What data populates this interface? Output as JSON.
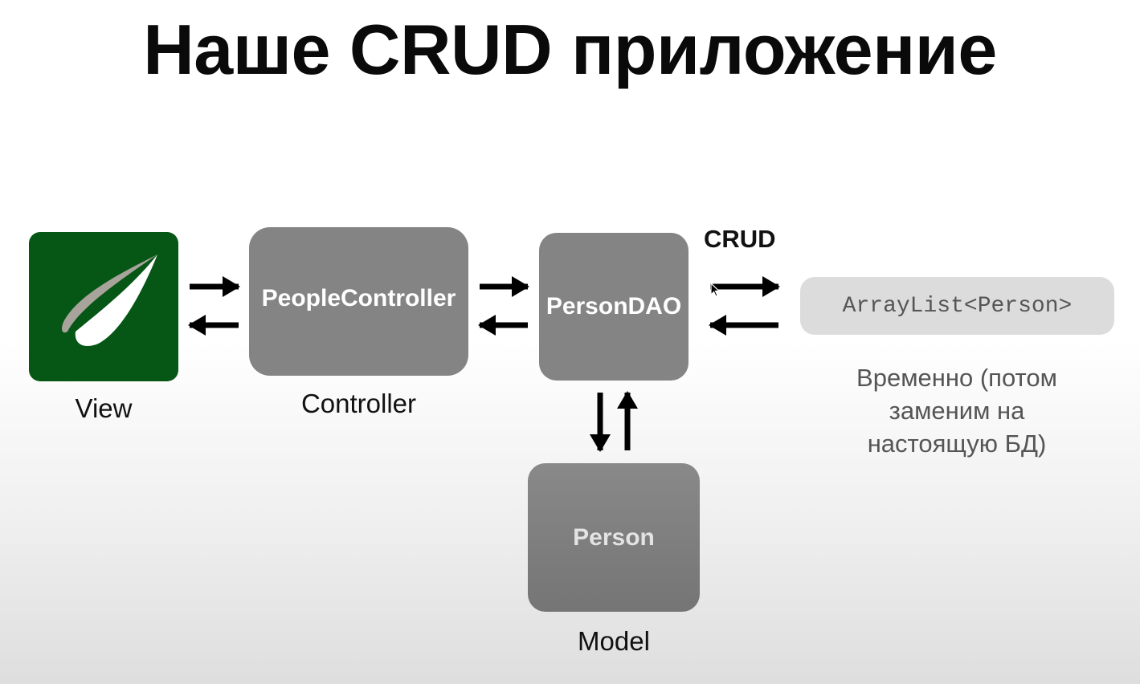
{
  "title": "Наше CRUD приложение",
  "nodes": {
    "view": {
      "caption": "View"
    },
    "controller": {
      "label": "PeopleController",
      "caption": "Controller"
    },
    "dao": {
      "label": "PersonDAO"
    },
    "model": {
      "label": "Person",
      "caption": "Model"
    },
    "storage": {
      "label": "ArrayList<Person>"
    }
  },
  "crud_label": "CRUD",
  "note": {
    "lines": [
      "Временно (потом",
      "заменим на",
      "настоящую БД)"
    ]
  },
  "colors": {
    "node_fill": "#848484",
    "logo_background": "#065615",
    "storage_fill": "#dcdcdc",
    "arrow": "#000000"
  },
  "icons": {
    "view_logo": "spring-leaf-icon",
    "cursor": "mouse-pointer-icon"
  }
}
